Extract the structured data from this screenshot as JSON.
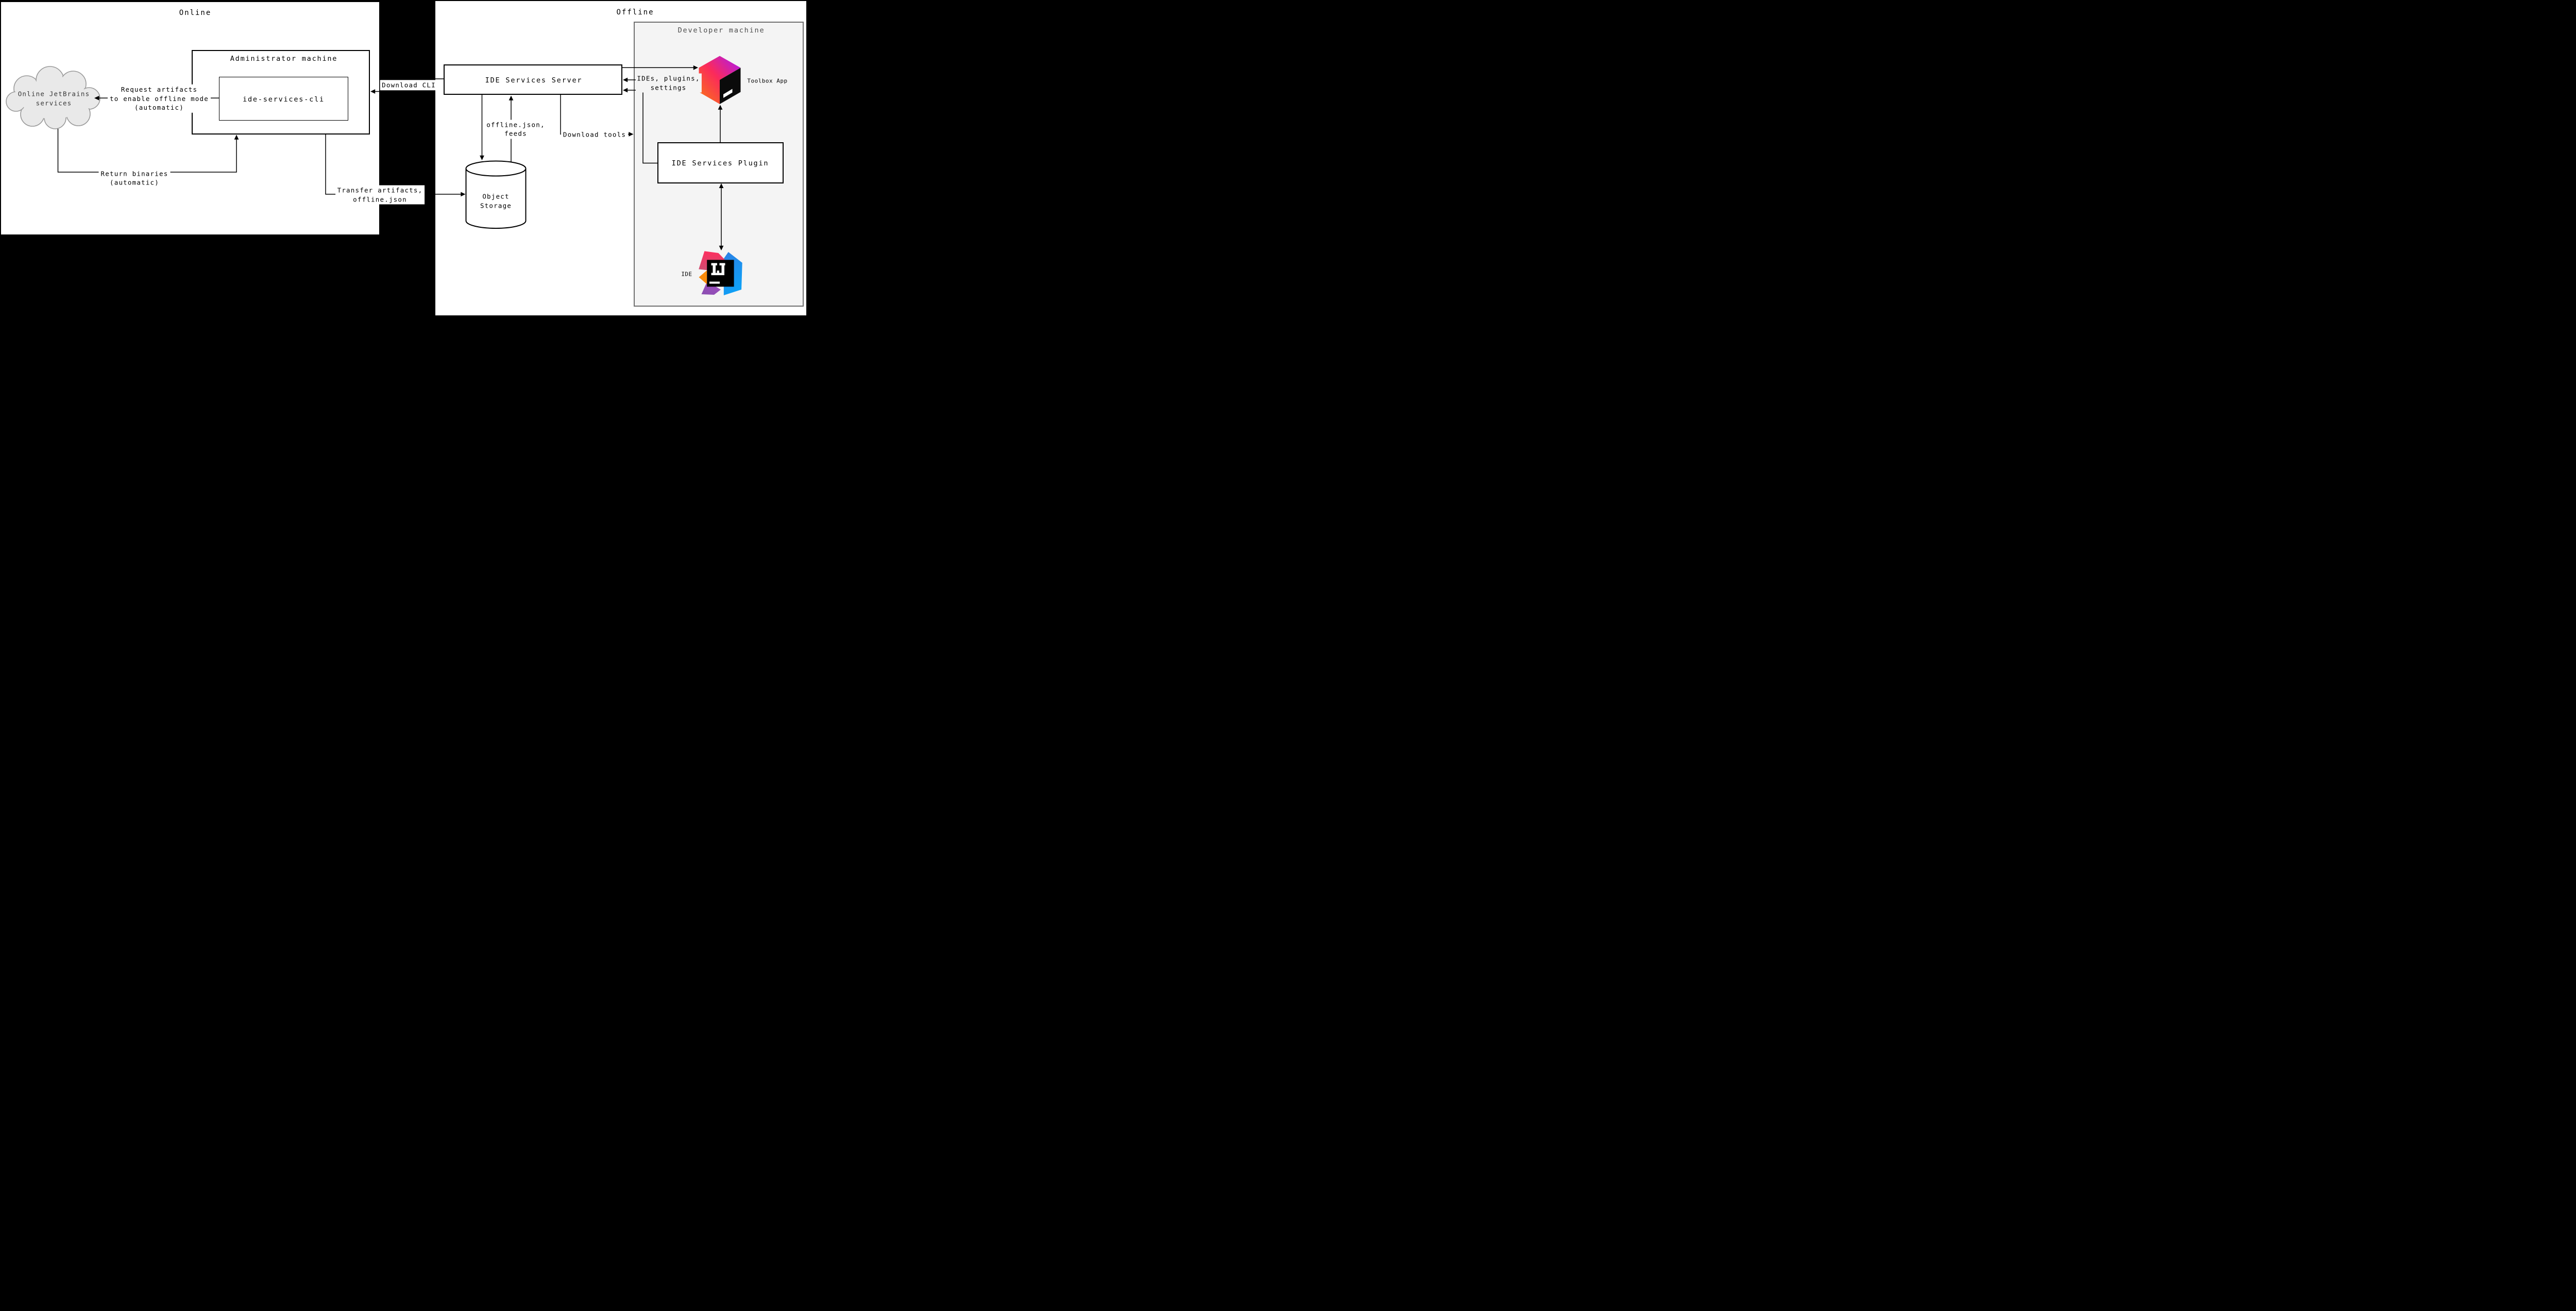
{
  "titles": {
    "online": "Online",
    "offline": "Offline"
  },
  "cloud": {
    "lines": [
      "Online JetBrains",
      "services"
    ]
  },
  "admin_machine": {
    "title": "Administrator machine",
    "cli": "ide-services-cli"
  },
  "server": {
    "title": "IDE Services Server"
  },
  "storage": {
    "lines": [
      "Object",
      "Storage"
    ]
  },
  "developer_machine": {
    "title": "Developer machine",
    "toolbox": "Toolbox App",
    "plugin": "IDE Services Plugin",
    "ide": "IDE"
  },
  "labels": {
    "request": {
      "lines": [
        "Request artifacts",
        "to enable offline mode",
        "(automatic)"
      ]
    },
    "return": {
      "lines": [
        "Return binaries",
        "(automatic)"
      ]
    },
    "transfer": {
      "lines": [
        "Transfer artifacts,",
        "offline.json"
      ]
    },
    "download_cli": "Download CLI",
    "offline_feeds": {
      "lines": [
        "offline.json,",
        "feeds"
      ]
    },
    "download_tools": "Download tools",
    "ides_plugins": {
      "lines": [
        "IDEs, plugins,",
        "settings"
      ]
    }
  },
  "colors": {
    "background": "#000000",
    "region_bg": "#ffffff",
    "developer_box_bg": "#f4f4f4",
    "developer_box_border": "#6f6f6f",
    "cloud_fill": "#e9e9e9",
    "cloud_stroke": "#9a9a9a",
    "toolbox_gradient": [
      "#F97A12",
      "#FB2A5B",
      "#A818F8"
    ],
    "toolbox_face": "#0b0b0b",
    "intellij": {
      "red_from": "#FE2F5F",
      "red_to": "#C95073",
      "blue_from": "#2D7FE4",
      "blue_to": "#0FA0F6",
      "orange": "#F88A09",
      "purple_from": "#8A4FB0",
      "purple_to": "#A04CC2",
      "square": "#000000"
    }
  }
}
